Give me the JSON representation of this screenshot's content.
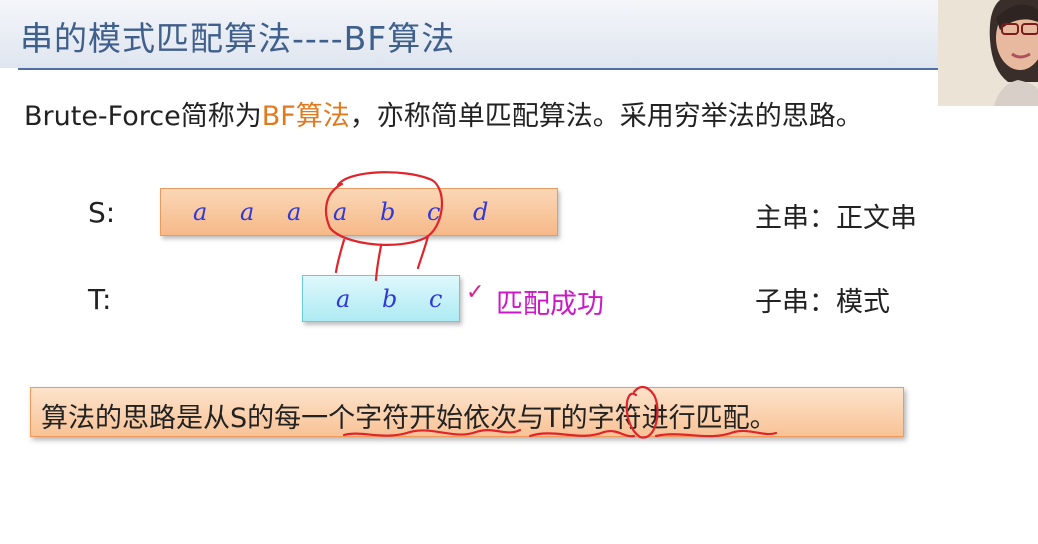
{
  "slide": {
    "title": "串的模式匹配算法----BF算法",
    "intro_before": "Brute-Force简称为",
    "intro_highlight": "BF算法",
    "intro_after": "，亦称简单匹配算法。采用穷举法的思路。",
    "main_string": {
      "label": "S:",
      "chars": [
        "a",
        "a",
        "a",
        "a",
        "b",
        "c",
        "d"
      ],
      "note": "主串：正文串"
    },
    "pattern": {
      "label": "T:",
      "chars": [
        "a",
        "b",
        "c"
      ],
      "note": "子串：模式"
    },
    "match_check": "✓",
    "match_status": "匹配成功",
    "idea": "算法的思路是从S的每一个字符开始依次与T的字符进行匹配。"
  },
  "colors": {
    "title": "#3f5f8c",
    "highlight": "#e07a1e",
    "char": "#2f39d8",
    "status": "#cc18c8",
    "annotation_ink": "#e0242a"
  }
}
